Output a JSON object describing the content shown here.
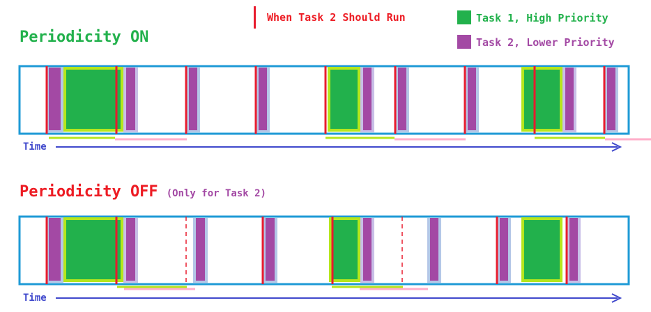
{
  "legend": {
    "should_run_label": "When Task 2 Should Run",
    "task1_label": "Task 1, High Priority",
    "task2_label": "Task 2, Lower Priority"
  },
  "panels": [
    {
      "title": "Periodicity ON",
      "subtitle": "",
      "axis_label": "Time"
    },
    {
      "title": "Periodicity OFF",
      "subtitle": "(Only for Task 2)",
      "axis_label": "Time"
    }
  ],
  "colors": {
    "frame": "#1e9ad6",
    "task1_fill": "#22b14c",
    "task1_border": "#b5e61d",
    "task2_fill": "#a349a4",
    "task2_bg": "#b4c7e7",
    "task2_bg2": "#c8bfe7",
    "should_run": "#e81c2e",
    "delay_line": "#ffaec9",
    "axis": "#3f48cc",
    "title_on": "#22b14c",
    "title_off": "#ed1c24",
    "subtitle": "#a349a4"
  }
}
